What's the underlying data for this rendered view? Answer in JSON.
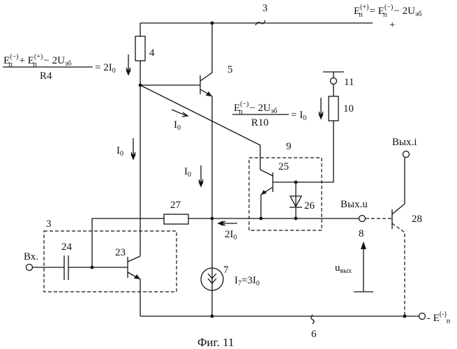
{
  "figure": {
    "caption": "Фиг. 11",
    "colors": {
      "ink": "#111111",
      "background": "#ffffff"
    },
    "labels": {
      "rail_top": "3",
      "resistor_4": "4",
      "transistor_5": "5",
      "terminal_11": "11",
      "resistor_10": "10",
      "block_9": "9",
      "transistor_25": "25",
      "diode_26": "26",
      "resistor_27": "27",
      "block_3": "3",
      "capacitor_24": "24",
      "transistor_23": "23",
      "source_7": "7",
      "node_8": "8",
      "transistor_28": "28",
      "rail_bottom": "6"
    },
    "terminals": {
      "input": "Вх.",
      "output_u": "Вых.u",
      "output_i": "Вых.i",
      "plus": "+",
      "minus_supply": {
        "prefix": "- E",
        "sup": "(-)",
        "sub": "п"
      }
    },
    "top_supply_formula": {
      "e1": "E",
      "sup1": "(+)",
      "sub1": "п",
      "eq": " = E",
      "sup2": "(−)",
      "sub2": "п",
      "rest": " − 2U",
      "sub3": "эб"
    },
    "r4_formula": {
      "num_e1": "E",
      "num_sup1": "(−)",
      "num_sub1": "п",
      "num_mid": " + E",
      "num_sup2": "(+)",
      "num_sub2": "п",
      "num_rest": " − 2U",
      "num_sub3": "эб",
      "den": "R4",
      "result": "= 2I",
      "result_sub": "0"
    },
    "r10_formula": {
      "num_e": "E",
      "num_sup": "(−)",
      "num_sub": "п",
      "num_rest": " − 2U",
      "num_sub2": "эб",
      "den": "R10",
      "result": "= I",
      "result_sub": "0"
    },
    "currents": {
      "i0_main": "I",
      "i0_sub": "0",
      "i7": "I",
      "i7_sub": "7",
      "i7_eq": "=3I",
      "i7_eq_sub": "0",
      "i2": "2I",
      "i2_sub": "0",
      "uout": "u",
      "uout_sub": "вых"
    }
  }
}
